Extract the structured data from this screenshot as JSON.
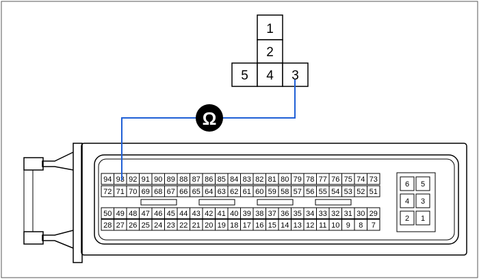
{
  "top_connector": {
    "column_pins": [
      "1",
      "2"
    ],
    "row_pins": [
      "5",
      "4",
      "3"
    ]
  },
  "meter": {
    "symbol": "Ω",
    "wire_color": "#1f5fd6"
  },
  "ecu_connector": {
    "row1": [
      "94",
      "93",
      "92",
      "91",
      "90",
      "89",
      "88",
      "87",
      "86",
      "85",
      "84",
      "83",
      "82",
      "81",
      "80",
      "79",
      "78",
      "77",
      "76",
      "75",
      "74",
      "73"
    ],
    "row2": [
      "72",
      "71",
      "70",
      "69",
      "68",
      "67",
      "66",
      "65",
      "64",
      "63",
      "62",
      "61",
      "60",
      "59",
      "58",
      "57",
      "56",
      "55",
      "54",
      "53",
      "52",
      "51"
    ],
    "row3": [
      "50",
      "49",
      "48",
      "47",
      "46",
      "45",
      "44",
      "43",
      "42",
      "41",
      "40",
      "39",
      "38",
      "37",
      "36",
      "35",
      "34",
      "33",
      "32",
      "31",
      "30",
      "29"
    ],
    "row4": [
      "28",
      "27",
      "26",
      "25",
      "24",
      "23",
      "22",
      "21",
      "20",
      "19",
      "18",
      "17",
      "16",
      "15",
      "14",
      "13",
      "12",
      "11",
      "10",
      "9",
      "8",
      "7"
    ],
    "aux_pins": [
      [
        "6",
        "5"
      ],
      [
        "4",
        "3"
      ],
      [
        "2",
        "1"
      ]
    ]
  }
}
